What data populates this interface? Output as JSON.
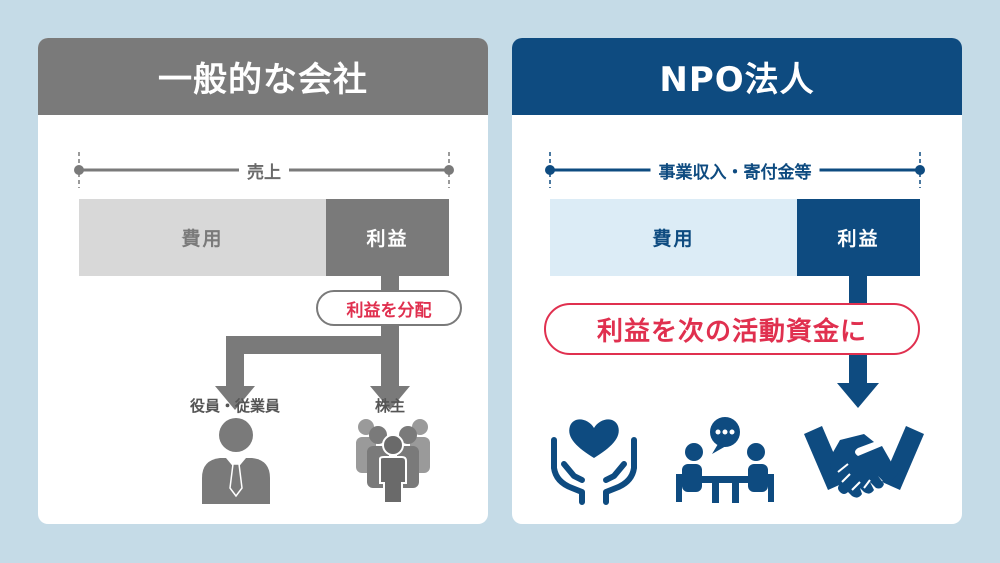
{
  "left_panel": {
    "title": "一般的な会社",
    "range_label": "売上",
    "cost_label": "費用",
    "profit_label": "利益",
    "distribution_label": "利益を分配",
    "recipient_staff": "役員・従業員",
    "recipient_shareholders": "株主"
  },
  "right_panel": {
    "title": "NPO法人",
    "range_label": "事業収入・寄付金等",
    "cost_label": "費用",
    "profit_label": "利益",
    "reinvest_label": "利益を次の活動資金に"
  },
  "colors": {
    "left_header": "#7a7a7a",
    "right_header": "#0e4b80",
    "accent_red": "#e0304f",
    "left_cost_bar": "#d8d8d8",
    "right_cost_bar": "#dcecf6"
  }
}
